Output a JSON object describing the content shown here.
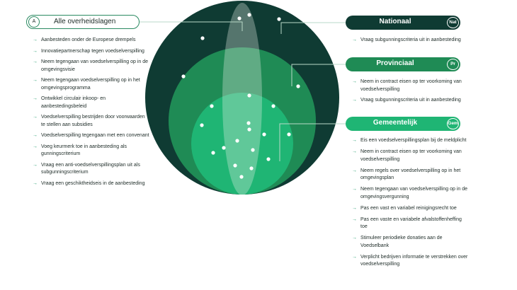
{
  "diagram": {
    "colors": {
      "outer": "#0f3b33",
      "middle": "#1f8b55",
      "inner": "#1fb574",
      "ellipse": "#e8efe9",
      "accent_line": "#2b8a62"
    }
  },
  "all_levels": {
    "badge": "A",
    "label": "Alle overheidslagen",
    "items": [
      "Aanbesteden onder de Europese drempels",
      "Innovatiepartnerschap tegen voedselverspilling",
      "Neem tegengaan van voedselverspilling op in de omgevingsvisie",
      "Neem tegengaan voedselverspilling op in het omgevingsprogramma",
      "Ontwikkel circulair inkoop- en aanbestedingsbeleid",
      "Voedselverspilling bestrijden door voorwaarden te stellen aan subsidies",
      "Voedselverspilling tegengaan met een convenant",
      "Voeg keurmerk toe in aanbesteding als gunningscriterium",
      "Vraag een anti-voedselverspillingsplan uit als subgunningscriterium",
      "Vraag een geschiktheidseis in de aanbesteding"
    ]
  },
  "nationaal": {
    "label": "Nationaal",
    "badge": "Nat",
    "items": [
      "Vraag subgunningscriteria uit in aanbesteding"
    ]
  },
  "provinciaal": {
    "label": "Provinciaal",
    "badge": "Pr",
    "items": [
      "Neem in contract eisen op ter voorkoming van voedselverspilling",
      "Vraag subgunningscriteria uit in aanbesteding"
    ]
  },
  "gemeentelijk": {
    "label": "Gemeentelijk",
    "badge": "Gem",
    "items": [
      "Eis een voedselverspillingsplan bij de meldplicht",
      "Neem in contract eisen op ter voorkoming van voedselverspilling",
      "Neem regels over voedselverspilling op in het omgevingsplan",
      "Neem tegengaan van voedselverspilling op in de omgevingsvergunning",
      "Pas een vast en variabel reinigingsrecht toe",
      "Pas een vaste en variabele afvalstoffenheffing toe",
      "Stimuleer periodieke donaties aan de Voedselbank",
      "Verplicht bedrijven informatie te verstrekken over voedselverspilling"
    ]
  }
}
